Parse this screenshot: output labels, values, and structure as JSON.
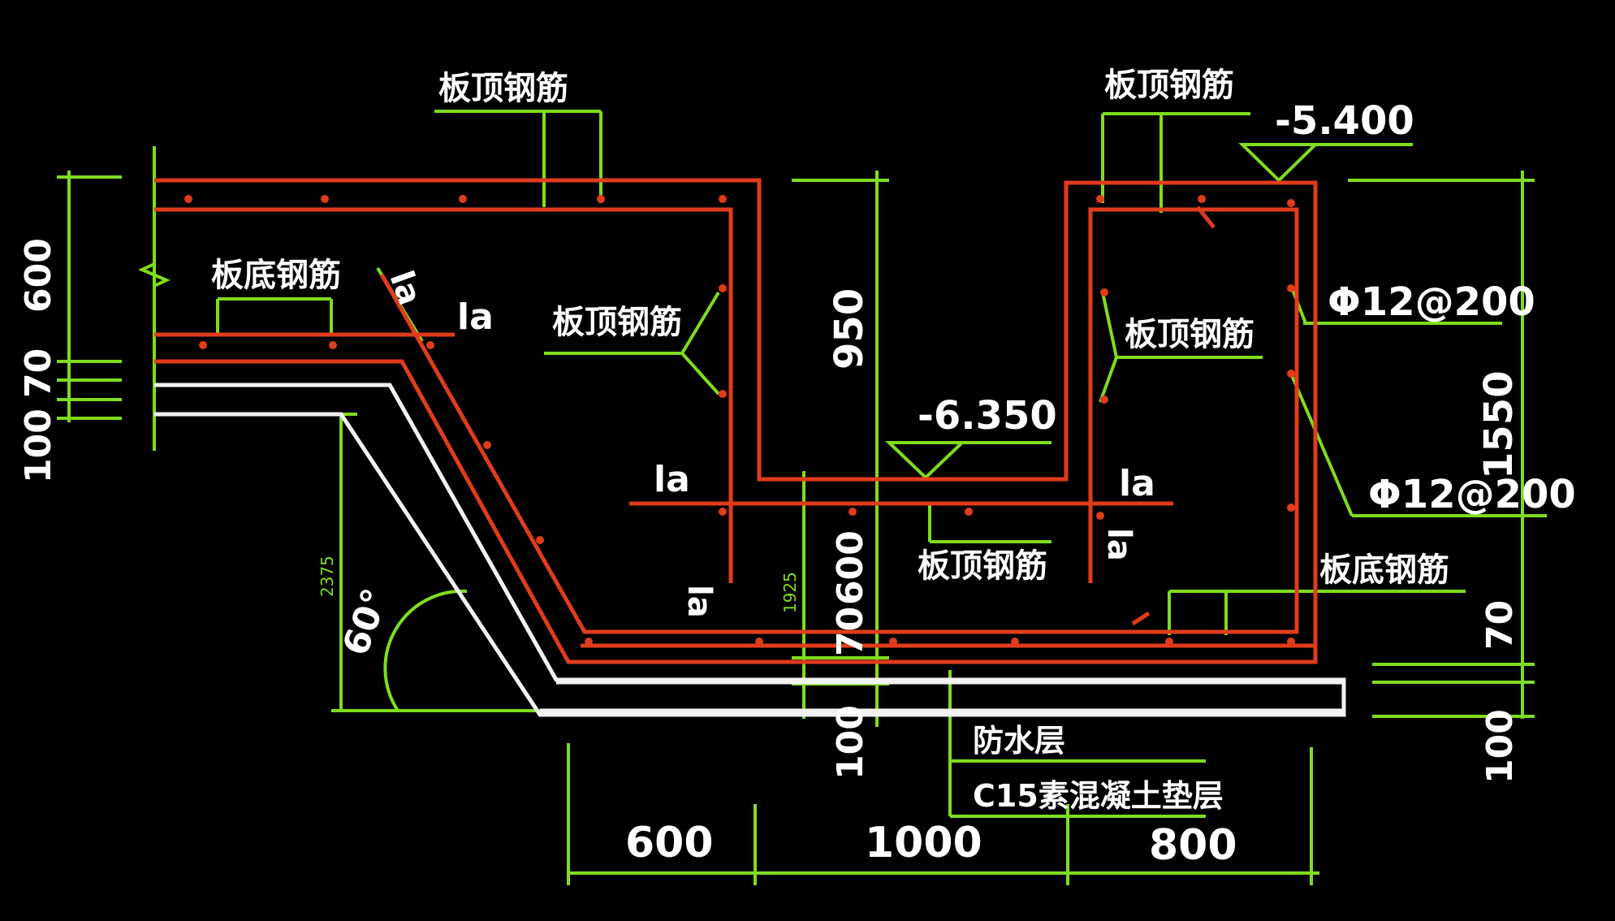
{
  "drawing": {
    "colors": {
      "background": "#000000",
      "rebar": "#e03c1c",
      "dimension": "#7fdc1e",
      "layer": "#f2f2f2",
      "text": "#ffffff"
    },
    "labels": {
      "slab_top_rebar": "板顶钢筋",
      "slab_bottom_rebar": "板底钢筋",
      "anchor_la": "la",
      "elev_top": "-5.400",
      "elev_pit": "-6.350",
      "rebar_spec_1": "Φ12@200",
      "rebar_spec_2": "Φ12@200",
      "waterproof_layer": "防水层",
      "cushion_layer": "C15素混凝土垫层",
      "angle": "60°"
    },
    "dimensions": {
      "left_600": "600",
      "left_70": "70",
      "left_100": "100",
      "slope_height": "2375",
      "pit_950": "950",
      "center_600": "600",
      "center_70": "70",
      "center_1925": "1925",
      "center_100": "100",
      "right_1550": "1550",
      "right_70": "70",
      "right_100": "100",
      "bottom_600": "600",
      "bottom_1000": "1000",
      "bottom_800": "800"
    }
  }
}
